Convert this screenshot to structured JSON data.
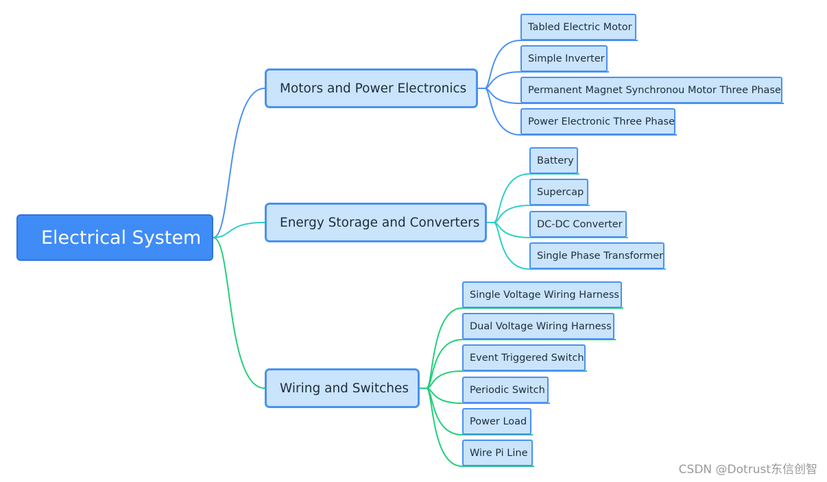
{
  "diagram": {
    "root": {
      "label": "Electrical System"
    },
    "branches": [
      {
        "label": "Motors and Power Electronics",
        "color": "#4a90f0",
        "children": [
          "Tabled Electric Motor",
          "Simple Inverter",
          "Permanent Magnet Synchronou Motor Three Phase",
          "Power Electronic Three Phase"
        ]
      },
      {
        "label": "Energy Storage and Converters",
        "color": "#2ccfc7",
        "children": [
          "Battery",
          "Supercap",
          "DC-DC Converter",
          "Single Phase Transformer"
        ]
      },
      {
        "label": "Wiring and Switches",
        "color": "#22cf7a",
        "children": [
          "Single Voltage Wiring Harness",
          "Dual Voltage Wiring Harness",
          "Event Triggered Switch",
          "Periodic Switch",
          "Power Load",
          "Wire Pi Line"
        ]
      }
    ]
  },
  "watermark": "CSDN @Dotrust东信创智"
}
